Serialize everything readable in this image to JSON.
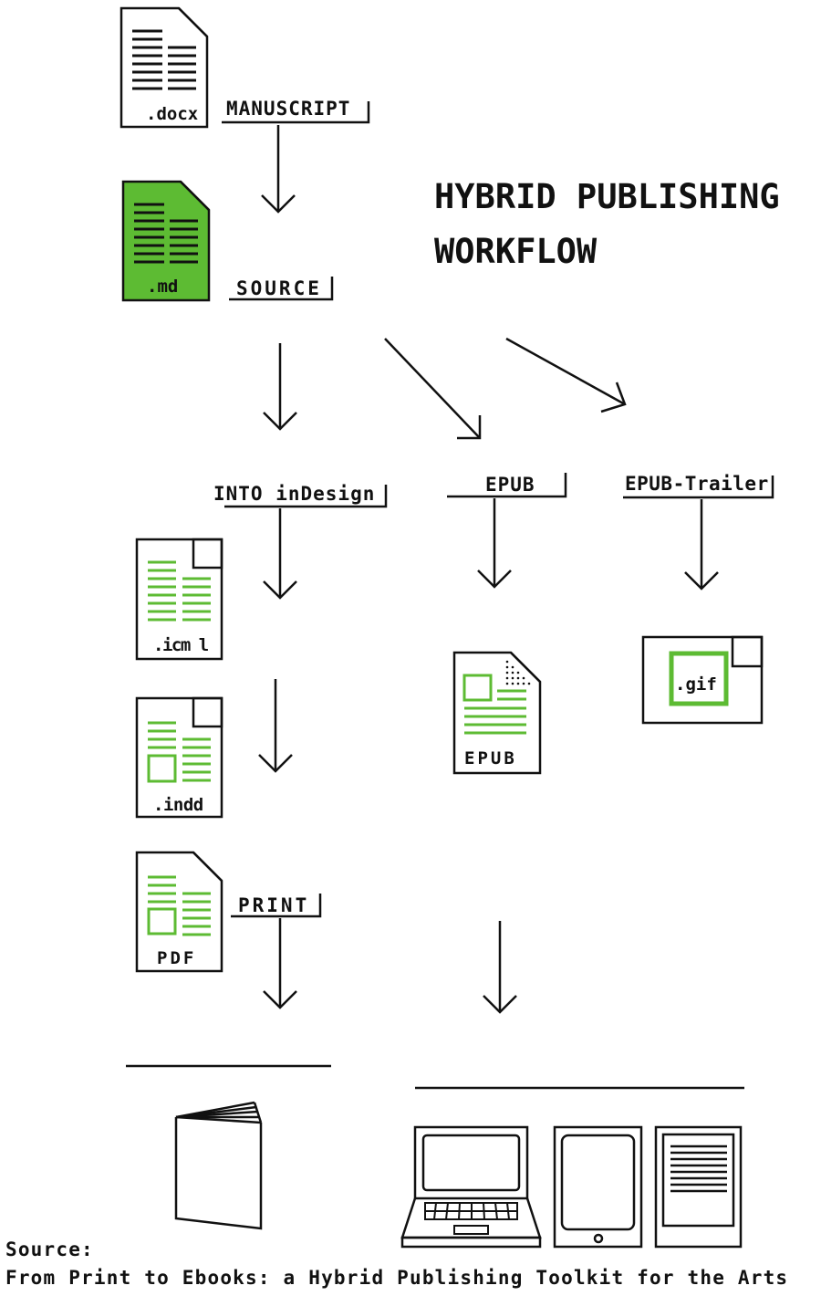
{
  "title": {
    "line1": "HYBRID PUBLISHING",
    "line2": "WORKFLOW"
  },
  "stages": {
    "manuscript": "MANUSCRIPT",
    "source": "SOURCE",
    "into_indesign": "INTO inDesign",
    "epub": "EPUB",
    "epub_trailer": "EPUB-Trailer",
    "print": "PRINT"
  },
  "files": {
    "docx": ".docx",
    "md": ".md",
    "icml": ".icm l",
    "indd": ".indd",
    "pdf": "PDF",
    "epub": "EPUB",
    "gif": ".gif"
  },
  "source": {
    "heading": "Source:",
    "citation": "From Print to Ebooks: a Hybrid Publishing Toolkit for the Arts"
  },
  "colors": {
    "accent": "#5dbb33",
    "ink": "#111111"
  },
  "icons": [
    "docx-file-icon",
    "markdown-file-icon",
    "icml-file-icon",
    "indd-file-icon",
    "pdf-file-icon",
    "epub-file-icon",
    "gif-file-icon",
    "printed-book-icon",
    "laptop-icon",
    "tablet-icon",
    "ereader-icon"
  ]
}
